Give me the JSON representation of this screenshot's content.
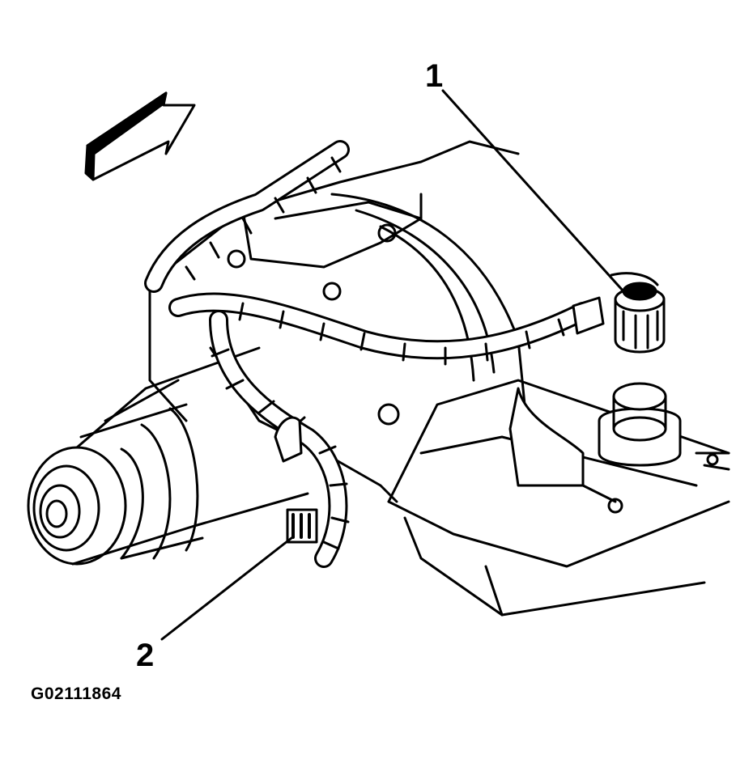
{
  "diagram": {
    "callouts": [
      {
        "label": "1",
        "part": "sensor-connector"
      },
      {
        "label": "2",
        "part": "harness-connector"
      }
    ],
    "figure_id": "G02111864",
    "arrow_icon": "direction-arrow-icon"
  }
}
